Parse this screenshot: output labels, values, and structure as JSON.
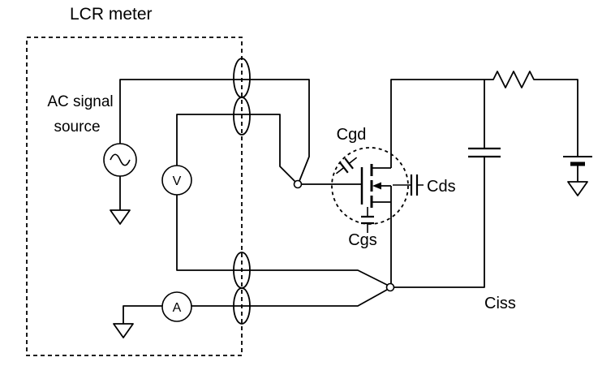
{
  "diagram": {
    "title": "LCR meter",
    "ac_source": {
      "label_line1": "AC signal",
      "label_line2": "source"
    },
    "meters": {
      "voltmeter_label": "V",
      "ammeter_label": "A"
    },
    "mosfet_capacitances": {
      "gate_drain_label": "Cgd",
      "drain_source_label": "Cds",
      "gate_source_label": "Cgs"
    },
    "measured_parameter_label": "Ciss",
    "colors": {
      "wire": "#000000",
      "measured_parameter": "#ff0000",
      "background": "#ffffff"
    }
  }
}
